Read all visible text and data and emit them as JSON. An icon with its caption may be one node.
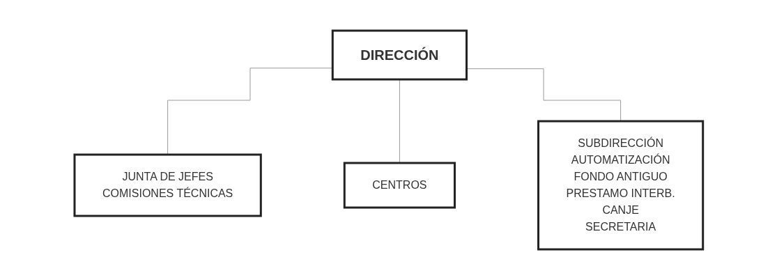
{
  "diagram": {
    "nodes": [
      {
        "text": [
          "DIRECCIÓN"
        ]
      },
      {
        "text": [
          "JUNTA DE JEFES",
          "COMISIONES TÉCNICAS"
        ]
      },
      {
        "text": [
          "CENTROS"
        ]
      },
      {
        "text": [
          "SUBDIRECCIÓN",
          "AUTOMATIZACIÓN",
          "FONDO ANTIGUO",
          "PRESTAMO INTERB.",
          "CANJE",
          "SECRETARIA"
        ]
      }
    ],
    "edges": [
      {
        "from": 0,
        "to": 1,
        "arrow": "none"
      },
      {
        "from": 0,
        "to": 2,
        "arrow": "none"
      },
      {
        "from": 0,
        "to": 3,
        "arrow": "none"
      }
    ]
  }
}
